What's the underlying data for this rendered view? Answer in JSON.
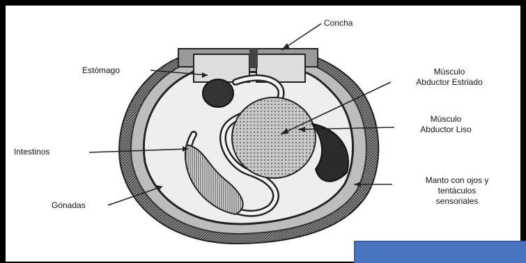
{
  "diagram": {
    "labels": {
      "concha": "Concha",
      "estomago": "Estómago",
      "musculo_estriado": [
        "Músculo",
        "Abductor Estriado"
      ],
      "musculo_liso": [
        "Músculo",
        "Abductor Liso"
      ],
      "intestinos": "Intestinos",
      "gonadas": "Gónadas",
      "manto": [
        "Manto con ojos y",
        "tentáculos",
        "sensoriales"
      ]
    },
    "colors": {
      "frame": "#000000",
      "box": "#4a74c0",
      "line": "#222222"
    }
  }
}
